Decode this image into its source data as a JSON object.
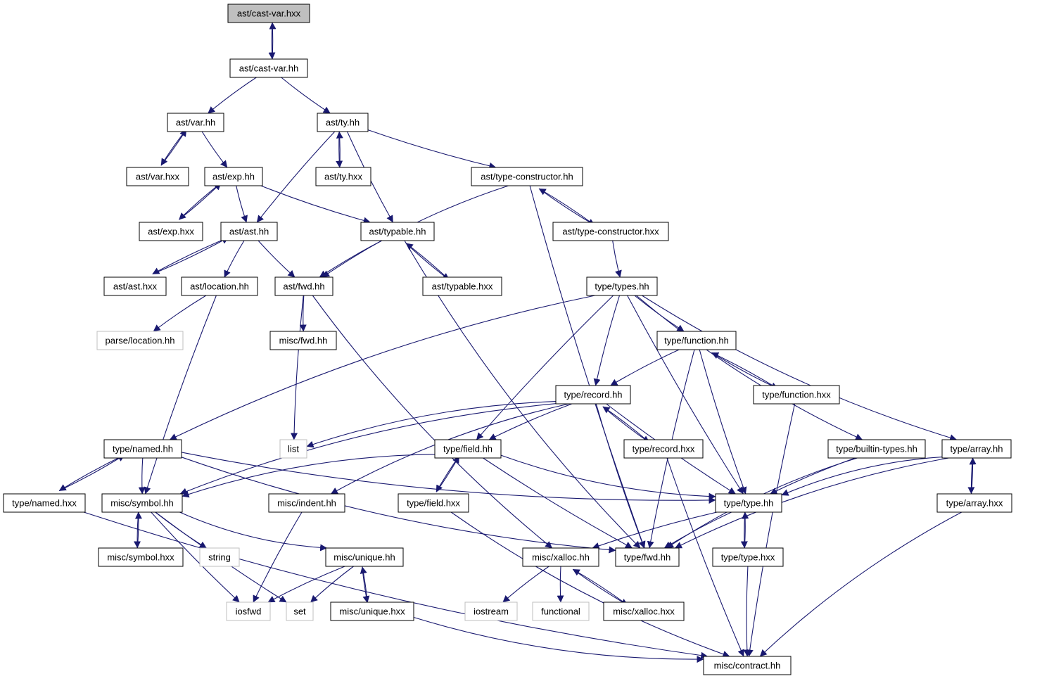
{
  "graph": {
    "edge_color": "#191970",
    "root_fill": "#bfbfbf",
    "external_stroke": "#bfbfbf",
    "nodes": [
      {
        "id": "castvar_hxx",
        "label": "ast/cast-var.hxx",
        "kind": "root"
      },
      {
        "id": "castvar_hh",
        "label": "ast/cast-var.hh",
        "kind": "normal"
      },
      {
        "id": "var_hh",
        "label": "ast/var.hh",
        "kind": "normal"
      },
      {
        "id": "ty_hh",
        "label": "ast/ty.hh",
        "kind": "normal"
      },
      {
        "id": "var_hxx",
        "label": "ast/var.hxx",
        "kind": "normal"
      },
      {
        "id": "exp_hh",
        "label": "ast/exp.hh",
        "kind": "normal"
      },
      {
        "id": "ty_hxx",
        "label": "ast/ty.hxx",
        "kind": "normal"
      },
      {
        "id": "tc_hh",
        "label": "ast/type-constructor.hh",
        "kind": "normal"
      },
      {
        "id": "exp_hxx",
        "label": "ast/exp.hxx",
        "kind": "normal"
      },
      {
        "id": "ast_hh",
        "label": "ast/ast.hh",
        "kind": "normal"
      },
      {
        "id": "typable_hh",
        "label": "ast/typable.hh",
        "kind": "normal"
      },
      {
        "id": "tc_hxx",
        "label": "ast/type-constructor.hxx",
        "kind": "normal"
      },
      {
        "id": "ast_hxx",
        "label": "ast/ast.hxx",
        "kind": "normal"
      },
      {
        "id": "location_hh",
        "label": "ast/location.hh",
        "kind": "normal"
      },
      {
        "id": "astfwd_hh",
        "label": "ast/fwd.hh",
        "kind": "normal"
      },
      {
        "id": "typable_hxx",
        "label": "ast/typable.hxx",
        "kind": "normal"
      },
      {
        "id": "types_hh",
        "label": "type/types.hh",
        "kind": "normal"
      },
      {
        "id": "parseloc_hh",
        "label": "parse/location.hh",
        "kind": "external"
      },
      {
        "id": "miscfwd_hh",
        "label": "misc/fwd.hh",
        "kind": "normal"
      },
      {
        "id": "function_hh",
        "label": "type/function.hh",
        "kind": "normal"
      },
      {
        "id": "record_hh",
        "label": "type/record.hh",
        "kind": "normal"
      },
      {
        "id": "function_hxx",
        "label": "type/function.hxx",
        "kind": "normal"
      },
      {
        "id": "named_hh",
        "label": "type/named.hh",
        "kind": "normal"
      },
      {
        "id": "list",
        "label": "list",
        "kind": "external"
      },
      {
        "id": "field_hh",
        "label": "type/field.hh",
        "kind": "normal"
      },
      {
        "id": "record_hxx",
        "label": "type/record.hxx",
        "kind": "normal"
      },
      {
        "id": "builtin_hh",
        "label": "type/builtin-types.hh",
        "kind": "normal"
      },
      {
        "id": "array_hh",
        "label": "type/array.hh",
        "kind": "normal"
      },
      {
        "id": "named_hxx",
        "label": "type/named.hxx",
        "kind": "normal"
      },
      {
        "id": "symbol_hh",
        "label": "misc/symbol.hh",
        "kind": "normal"
      },
      {
        "id": "indent_hh",
        "label": "misc/indent.hh",
        "kind": "normal"
      },
      {
        "id": "field_hxx",
        "label": "type/field.hxx",
        "kind": "normal"
      },
      {
        "id": "type_hh",
        "label": "type/type.hh",
        "kind": "normal"
      },
      {
        "id": "array_hxx",
        "label": "type/array.hxx",
        "kind": "normal"
      },
      {
        "id": "symbol_hxx",
        "label": "misc/symbol.hxx",
        "kind": "normal"
      },
      {
        "id": "string",
        "label": "string",
        "kind": "external"
      },
      {
        "id": "unique_hh",
        "label": "misc/unique.hh",
        "kind": "normal"
      },
      {
        "id": "xalloc_hh",
        "label": "misc/xalloc.hh",
        "kind": "normal"
      },
      {
        "id": "typefwd_hh",
        "label": "type/fwd.hh",
        "kind": "normal"
      },
      {
        "id": "type_hxx",
        "label": "type/type.hxx",
        "kind": "normal"
      },
      {
        "id": "iosfwd",
        "label": "iosfwd",
        "kind": "external"
      },
      {
        "id": "set",
        "label": "set",
        "kind": "external"
      },
      {
        "id": "unique_hxx",
        "label": "misc/unique.hxx",
        "kind": "normal"
      },
      {
        "id": "iostream",
        "label": "iostream",
        "kind": "external"
      },
      {
        "id": "functional",
        "label": "functional",
        "kind": "external"
      },
      {
        "id": "xalloc_hxx",
        "label": "misc/xalloc.hxx",
        "kind": "normal"
      },
      {
        "id": "contract_hh",
        "label": "misc/contract.hh",
        "kind": "normal"
      }
    ],
    "edges": [
      [
        "castvar_hxx",
        "castvar_hh"
      ],
      [
        "castvar_hh",
        "castvar_hxx"
      ],
      [
        "castvar_hh",
        "var_hh"
      ],
      [
        "castvar_hh",
        "ty_hh"
      ],
      [
        "var_hh",
        "var_hxx"
      ],
      [
        "var_hxx",
        "var_hh"
      ],
      [
        "var_hh",
        "exp_hh"
      ],
      [
        "ty_hh",
        "ty_hxx"
      ],
      [
        "ty_hxx",
        "ty_hh"
      ],
      [
        "ty_hh",
        "ast_hh"
      ],
      [
        "ty_hh",
        "typable_hh"
      ],
      [
        "ty_hh",
        "tc_hh"
      ],
      [
        "exp_hh",
        "exp_hxx"
      ],
      [
        "exp_hxx",
        "exp_hh"
      ],
      [
        "exp_hh",
        "ast_hh"
      ],
      [
        "exp_hh",
        "typable_hh"
      ],
      [
        "tc_hh",
        "tc_hxx"
      ],
      [
        "tc_hxx",
        "tc_hh"
      ],
      [
        "tc_hh",
        "astfwd_hh"
      ],
      [
        "tc_hh",
        "typefwd_hh"
      ],
      [
        "ast_hh",
        "ast_hxx"
      ],
      [
        "ast_hxx",
        "ast_hh"
      ],
      [
        "ast_hh",
        "location_hh"
      ],
      [
        "ast_hh",
        "astfwd_hh"
      ],
      [
        "typable_hh",
        "typable_hxx"
      ],
      [
        "typable_hxx",
        "typable_hh"
      ],
      [
        "typable_hh",
        "astfwd_hh"
      ],
      [
        "typable_hh",
        "typefwd_hh"
      ],
      [
        "tc_hxx",
        "types_hh"
      ],
      [
        "location_hh",
        "parseloc_hh"
      ],
      [
        "location_hh",
        "symbol_hh"
      ],
      [
        "astfwd_hh",
        "miscfwd_hh"
      ],
      [
        "astfwd_hh",
        "list"
      ],
      [
        "astfwd_hh",
        "xalloc_hh"
      ],
      [
        "types_hh",
        "function_hh"
      ],
      [
        "types_hh",
        "record_hh"
      ],
      [
        "types_hh",
        "named_hh"
      ],
      [
        "types_hh",
        "field_hh"
      ],
      [
        "types_hh",
        "builtin_hh"
      ],
      [
        "types_hh",
        "array_hh"
      ],
      [
        "types_hh",
        "type_hh"
      ],
      [
        "function_hh",
        "function_hxx"
      ],
      [
        "function_hxx",
        "function_hh"
      ],
      [
        "function_hh",
        "record_hh"
      ],
      [
        "function_hh",
        "type_hh"
      ],
      [
        "function_hh",
        "typefwd_hh"
      ],
      [
        "function_hxx",
        "contract_hh"
      ],
      [
        "record_hh",
        "record_hxx"
      ],
      [
        "record_hxx",
        "record_hh"
      ],
      [
        "record_hh",
        "list"
      ],
      [
        "record_hh",
        "field_hh"
      ],
      [
        "record_hh",
        "symbol_hh"
      ],
      [
        "record_hh",
        "indent_hh"
      ],
      [
        "record_hh",
        "type_hh"
      ],
      [
        "record_hh",
        "typefwd_hh"
      ],
      [
        "record_hxx",
        "contract_hh"
      ],
      [
        "named_hh",
        "named_hxx"
      ],
      [
        "named_hxx",
        "named_hh"
      ],
      [
        "named_hh",
        "symbol_hh"
      ],
      [
        "named_hh",
        "type_hh"
      ],
      [
        "named_hh",
        "typefwd_hh"
      ],
      [
        "named_hxx",
        "contract_hh"
      ],
      [
        "field_hh",
        "field_hxx"
      ],
      [
        "field_hxx",
        "field_hh"
      ],
      [
        "field_hh",
        "symbol_hh"
      ],
      [
        "field_hh",
        "type_hh"
      ],
      [
        "field_hh",
        "typefwd_hh"
      ],
      [
        "field_hxx",
        "contract_hh"
      ],
      [
        "builtin_hh",
        "type_hh"
      ],
      [
        "builtin_hh",
        "typefwd_hh"
      ],
      [
        "array_hh",
        "array_hxx"
      ],
      [
        "array_hxx",
        "array_hh"
      ],
      [
        "array_hh",
        "type_hh"
      ],
      [
        "array_hh",
        "typefwd_hh"
      ],
      [
        "array_hxx",
        "contract_hh"
      ],
      [
        "symbol_hh",
        "symbol_hxx"
      ],
      [
        "symbol_hxx",
        "symbol_hh"
      ],
      [
        "symbol_hh",
        "string"
      ],
      [
        "symbol_hh",
        "unique_hh"
      ],
      [
        "symbol_hh",
        "iosfwd"
      ],
      [
        "symbol_hh",
        "set"
      ],
      [
        "indent_hh",
        "iosfwd"
      ],
      [
        "type_hh",
        "type_hxx"
      ],
      [
        "type_hxx",
        "type_hh"
      ],
      [
        "type_hh",
        "typefwd_hh"
      ],
      [
        "type_hh",
        "xalloc_hh"
      ],
      [
        "type_hxx",
        "contract_hh"
      ],
      [
        "unique_hh",
        "unique_hxx"
      ],
      [
        "unique_hxx",
        "unique_hh"
      ],
      [
        "unique_hh",
        "iosfwd"
      ],
      [
        "unique_hh",
        "set"
      ],
      [
        "unique_hxx",
        "contract_hh"
      ],
      [
        "xalloc_hh",
        "xalloc_hxx"
      ],
      [
        "xalloc_hxx",
        "xalloc_hh"
      ],
      [
        "xalloc_hh",
        "iostream"
      ],
      [
        "xalloc_hh",
        "functional"
      ]
    ]
  }
}
